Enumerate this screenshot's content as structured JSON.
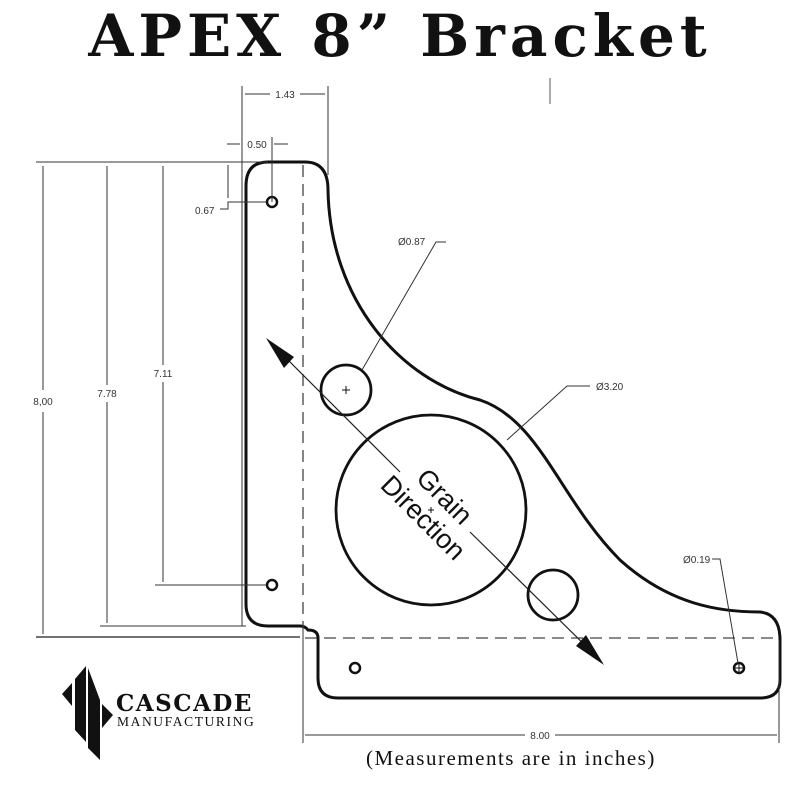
{
  "title": "APEX 8” Bracket",
  "dimensions": {
    "width_top": "1.43",
    "hole_offset_x": "0.50",
    "hole_offset_y": "0.67",
    "height_total": "8,00",
    "height_inner": "7.78",
    "hole_spacing_vertical": "7.11",
    "width_bottom": "8.00",
    "large_hole_dia": "Ø3.20",
    "medium_hole_dia": "Ø0.87",
    "small_hole_dia": "Ø0.19"
  },
  "grain": {
    "line1": "Grain",
    "line2": "Direction"
  },
  "brand": {
    "name": "CASCADE",
    "subtitle": "MANUFACTURING"
  },
  "note": "(Measurements are in inches)",
  "colors": {
    "line": "#111111",
    "dim_line": "#444444",
    "background": "#ffffff"
  }
}
